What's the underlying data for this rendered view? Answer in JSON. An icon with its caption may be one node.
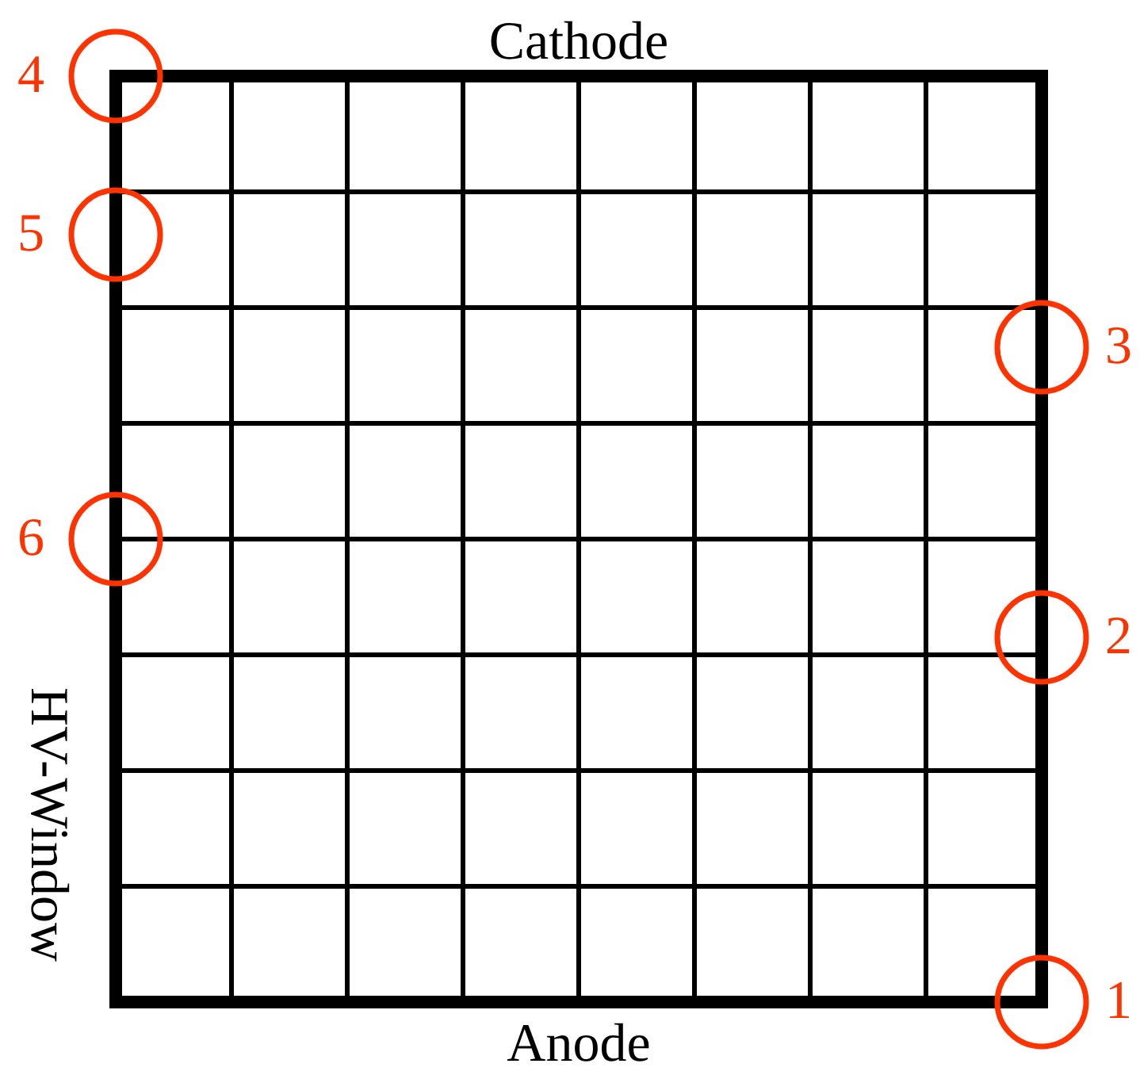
{
  "diagram": {
    "nodes": [
      {
        "text": [],
        "shape": "circle",
        "beside": [
          "4"
        ]
      },
      {
        "text": [],
        "shape": "circle",
        "beside": [
          "5"
        ]
      },
      {
        "text": [],
        "shape": "circle",
        "beside": [
          "3"
        ]
      },
      {
        "text": [],
        "shape": "circle",
        "beside": [
          "6"
        ]
      },
      {
        "text": [],
        "shape": "circle",
        "beside": [
          "2"
        ]
      },
      {
        "text": [],
        "shape": "circle",
        "beside": [
          "1"
        ]
      }
    ],
    "labels": [
      "Cathode",
      "HV-Window",
      "Anode"
    ]
  }
}
